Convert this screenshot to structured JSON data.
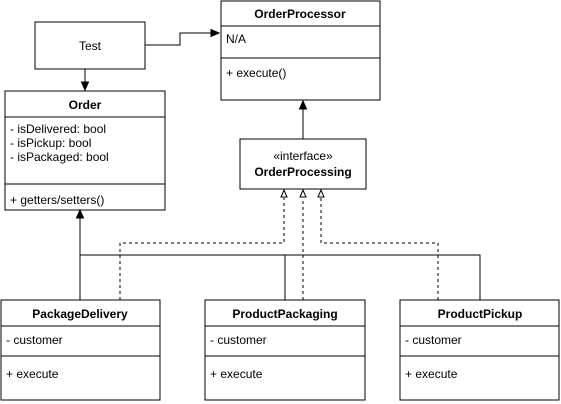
{
  "test": {
    "label": "Test"
  },
  "order_processor": {
    "title": "OrderProcessor",
    "attributes": [
      "N/A"
    ],
    "methods": [
      "+ execute()"
    ]
  },
  "order": {
    "title": "Order",
    "attributes": [
      "- isDelivered: bool",
      "- isPickup: bool",
      "- isPackaged: bool"
    ],
    "methods": [
      "+ getters/setters()"
    ]
  },
  "order_processing": {
    "stereotype": "«interface»",
    "title": "OrderProcessing"
  },
  "package_delivery": {
    "title": "PackageDelivery",
    "attributes": [
      "- customer"
    ],
    "methods": [
      "+ execute"
    ]
  },
  "product_packaging": {
    "title": "ProductPackaging",
    "attributes": [
      "- customer"
    ],
    "methods": [
      "+ execute"
    ]
  },
  "product_pickup": {
    "title": "ProductPickup",
    "attributes": [
      "- customer"
    ],
    "methods": [
      "+ execute"
    ]
  }
}
